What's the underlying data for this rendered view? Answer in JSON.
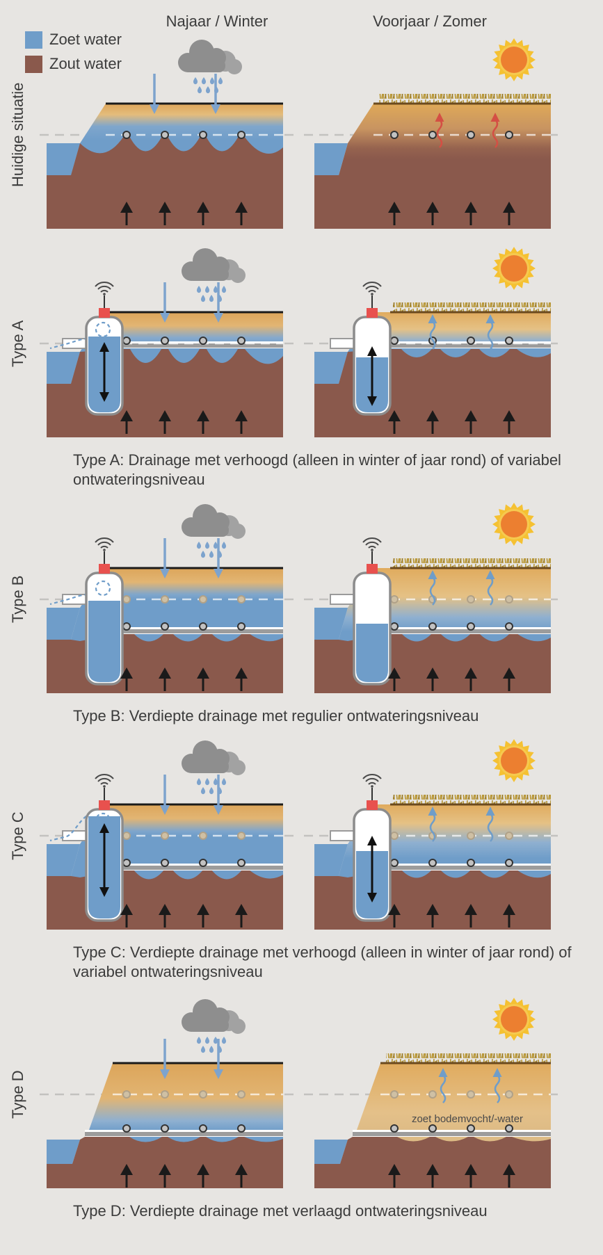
{
  "columns": {
    "winter": "Najaar / Winter",
    "summer": "Voorjaar / Zomer"
  },
  "legend": {
    "items": [
      {
        "label": "Zoet water",
        "color": "#6f9dc9"
      },
      {
        "label": "Zout water",
        "color": "#8a594c"
      }
    ]
  },
  "rows": [
    {
      "label": "Huidige situatie",
      "caption": ""
    },
    {
      "label": "Type A",
      "caption": "Type A: Drainage met verhoogd (alleen in winter of jaar rond) of variabel ontwateringsniveau"
    },
    {
      "label": "Type B",
      "caption": "Type B: Verdiepte drainage met regulier ontwateringsniveau"
    },
    {
      "label": "Type C",
      "caption": "Type C: Verdiepte drainage met verhoogd (alleen in winter of jaar rond) of variabel ontwateringsniveau"
    },
    {
      "label": "Type D",
      "caption": "Type D: Verdiepte drainage met verlaagd ontwateringsniveau"
    }
  ],
  "annotations": {
    "type_d_summer": "zoet bodemvocht/-water"
  },
  "colors": {
    "background": "#e7e5e2",
    "fresh_water": "#6f9dc9",
    "salt_water": "#8a594c",
    "topsoil": "#dca55a",
    "cloud": "#8e8e8e",
    "rain": "#7da3cd",
    "sun_center": "#ec7f30",
    "sun_rays": "#f5c132",
    "sensor_cap": "#e8514e",
    "evaporation_salt": "#d44f44",
    "dashed_reference_line": "#c3c2bf"
  }
}
